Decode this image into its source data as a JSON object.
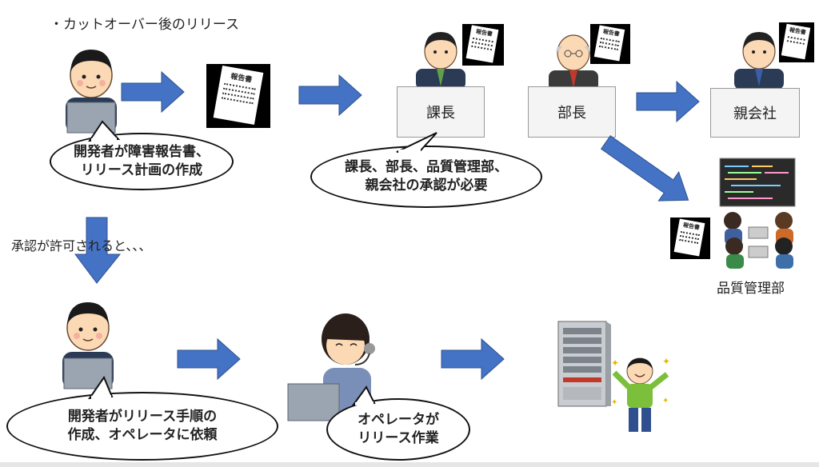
{
  "title": "・カットオーバー後のリリース",
  "note_after_approval": "承認が許可されると、、、",
  "report_doc_label": "報告書",
  "bubbles": {
    "developer_report": [
      "開発者が障害報告書、",
      "リリース計画の作成"
    ],
    "approvals": [
      "課長、部長、品質管理部、",
      "親会社の承認が必要"
    ],
    "developer_procedure": [
      "開発者がリリース手順の",
      "作成、オペレータに依頼"
    ],
    "operator_release": [
      "オペレータが",
      "リリース作業"
    ]
  },
  "roles": {
    "section_chief": "課長",
    "department_head": "部長",
    "parent_company": "親会社",
    "quality_dept": "品質管理部"
  },
  "colors": {
    "arrow": "#4472c4",
    "arrow_dark": "#2f528f",
    "suit": "#2b3a55",
    "shirt_green": "#7bbf3a"
  }
}
